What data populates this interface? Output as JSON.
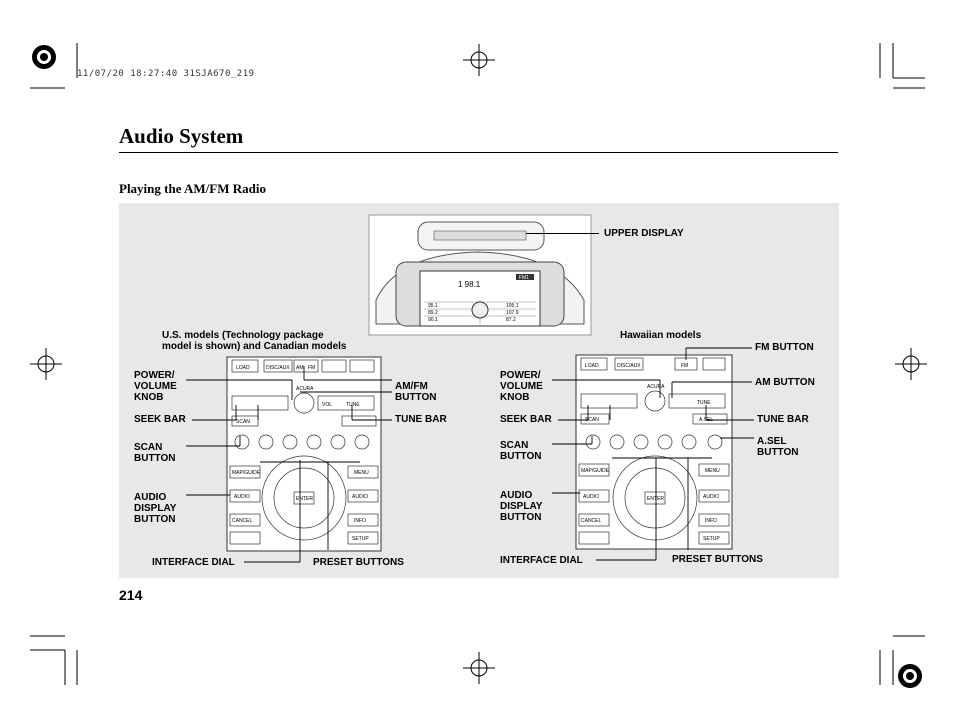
{
  "header": {
    "meta": "11/07/20 18:27:40 31SJA670_219",
    "title": "Audio System",
    "section": "Playing the AM/FM Radio",
    "page_number": "214"
  },
  "display": {
    "label": "UPPER DISPLAY",
    "band": "FM1",
    "frequency": "1 98.1",
    "presets_left": [
      "95.1",
      "89.2",
      "90.1"
    ],
    "presets_right": [
      "105.1",
      "107.9",
      "87.2"
    ]
  },
  "left_unit": {
    "caption": "U.S. models (Technology package\nmodel is shown) and Canadian models",
    "labels": {
      "power": "POWER/\nVOLUME\nKNOB",
      "seek": "SEEK BAR",
      "scan": "SCAN\nBUTTON",
      "audio": "AUDIO\nDISPLAY\nBUTTON",
      "dial": "INTERFACE DIAL",
      "presets": "PRESET BUTTONS",
      "amfm": "AM/FM\nBUTTON",
      "tune": "TUNE BAR"
    }
  },
  "right_unit": {
    "caption": "Hawaiian models",
    "labels": {
      "power": "POWER/\nVOLUME\nKNOB",
      "seek": "SEEK BAR",
      "scan": "SCAN\nBUTTON",
      "audio": "AUDIO\nDISPLAY\nBUTTON",
      "dial": "INTERFACE DIAL",
      "presets": "PRESET BUTTONS",
      "fm": "FM BUTTON",
      "am": "AM BUTTON",
      "tune": "TUNE BAR",
      "asel": "A.SEL\nBUTTON"
    }
  },
  "panel_keys": {
    "load": "LOAD",
    "disc": "DISC/AUX",
    "am": "AM",
    "fm": "FM",
    "scan": "SCAN",
    "tune": "TUNE",
    "vol": "VOL",
    "map": "MAP/GUIDE",
    "menu": "MENU",
    "audio": "AUDIO",
    "cancel": "CANCEL",
    "info": "INFO",
    "setup": "SETUP",
    "enter": "ENTER",
    "asel": "A.SEL",
    "brand": "ACURA"
  }
}
